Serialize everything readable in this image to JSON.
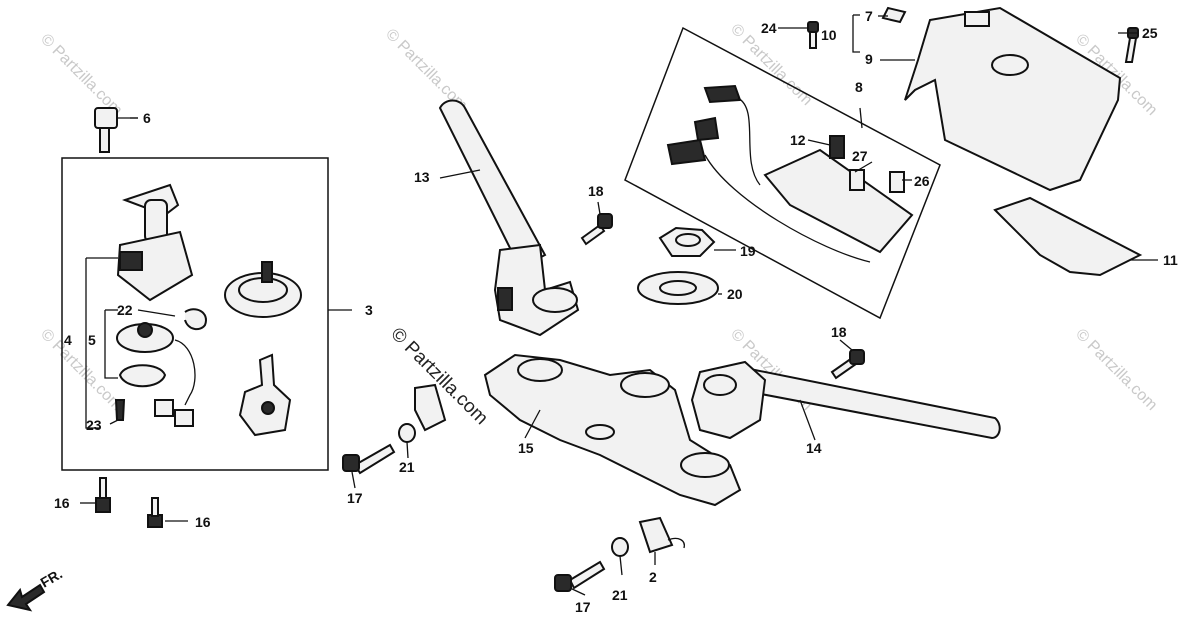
{
  "watermark": "© Partzilla.com",
  "front_marker": "FR.",
  "callouts": {
    "c2": "2",
    "c3": "3",
    "c4": "4",
    "c5": "5",
    "c6": "6",
    "c7": "7",
    "c8": "8",
    "c9": "9",
    "c10": "10",
    "c11": "11",
    "c12": "12",
    "c13": "13",
    "c14": "14",
    "c15": "15",
    "c16a": "16",
    "c16b": "16",
    "c17a": "17",
    "c17b": "17",
    "c18a": "18",
    "c18b": "18",
    "c19": "19",
    "c20": "20",
    "c21a": "21",
    "c21b": "21",
    "c22": "22",
    "c23": "23",
    "c24": "24",
    "c25": "25",
    "c26": "26",
    "c27": "27"
  }
}
